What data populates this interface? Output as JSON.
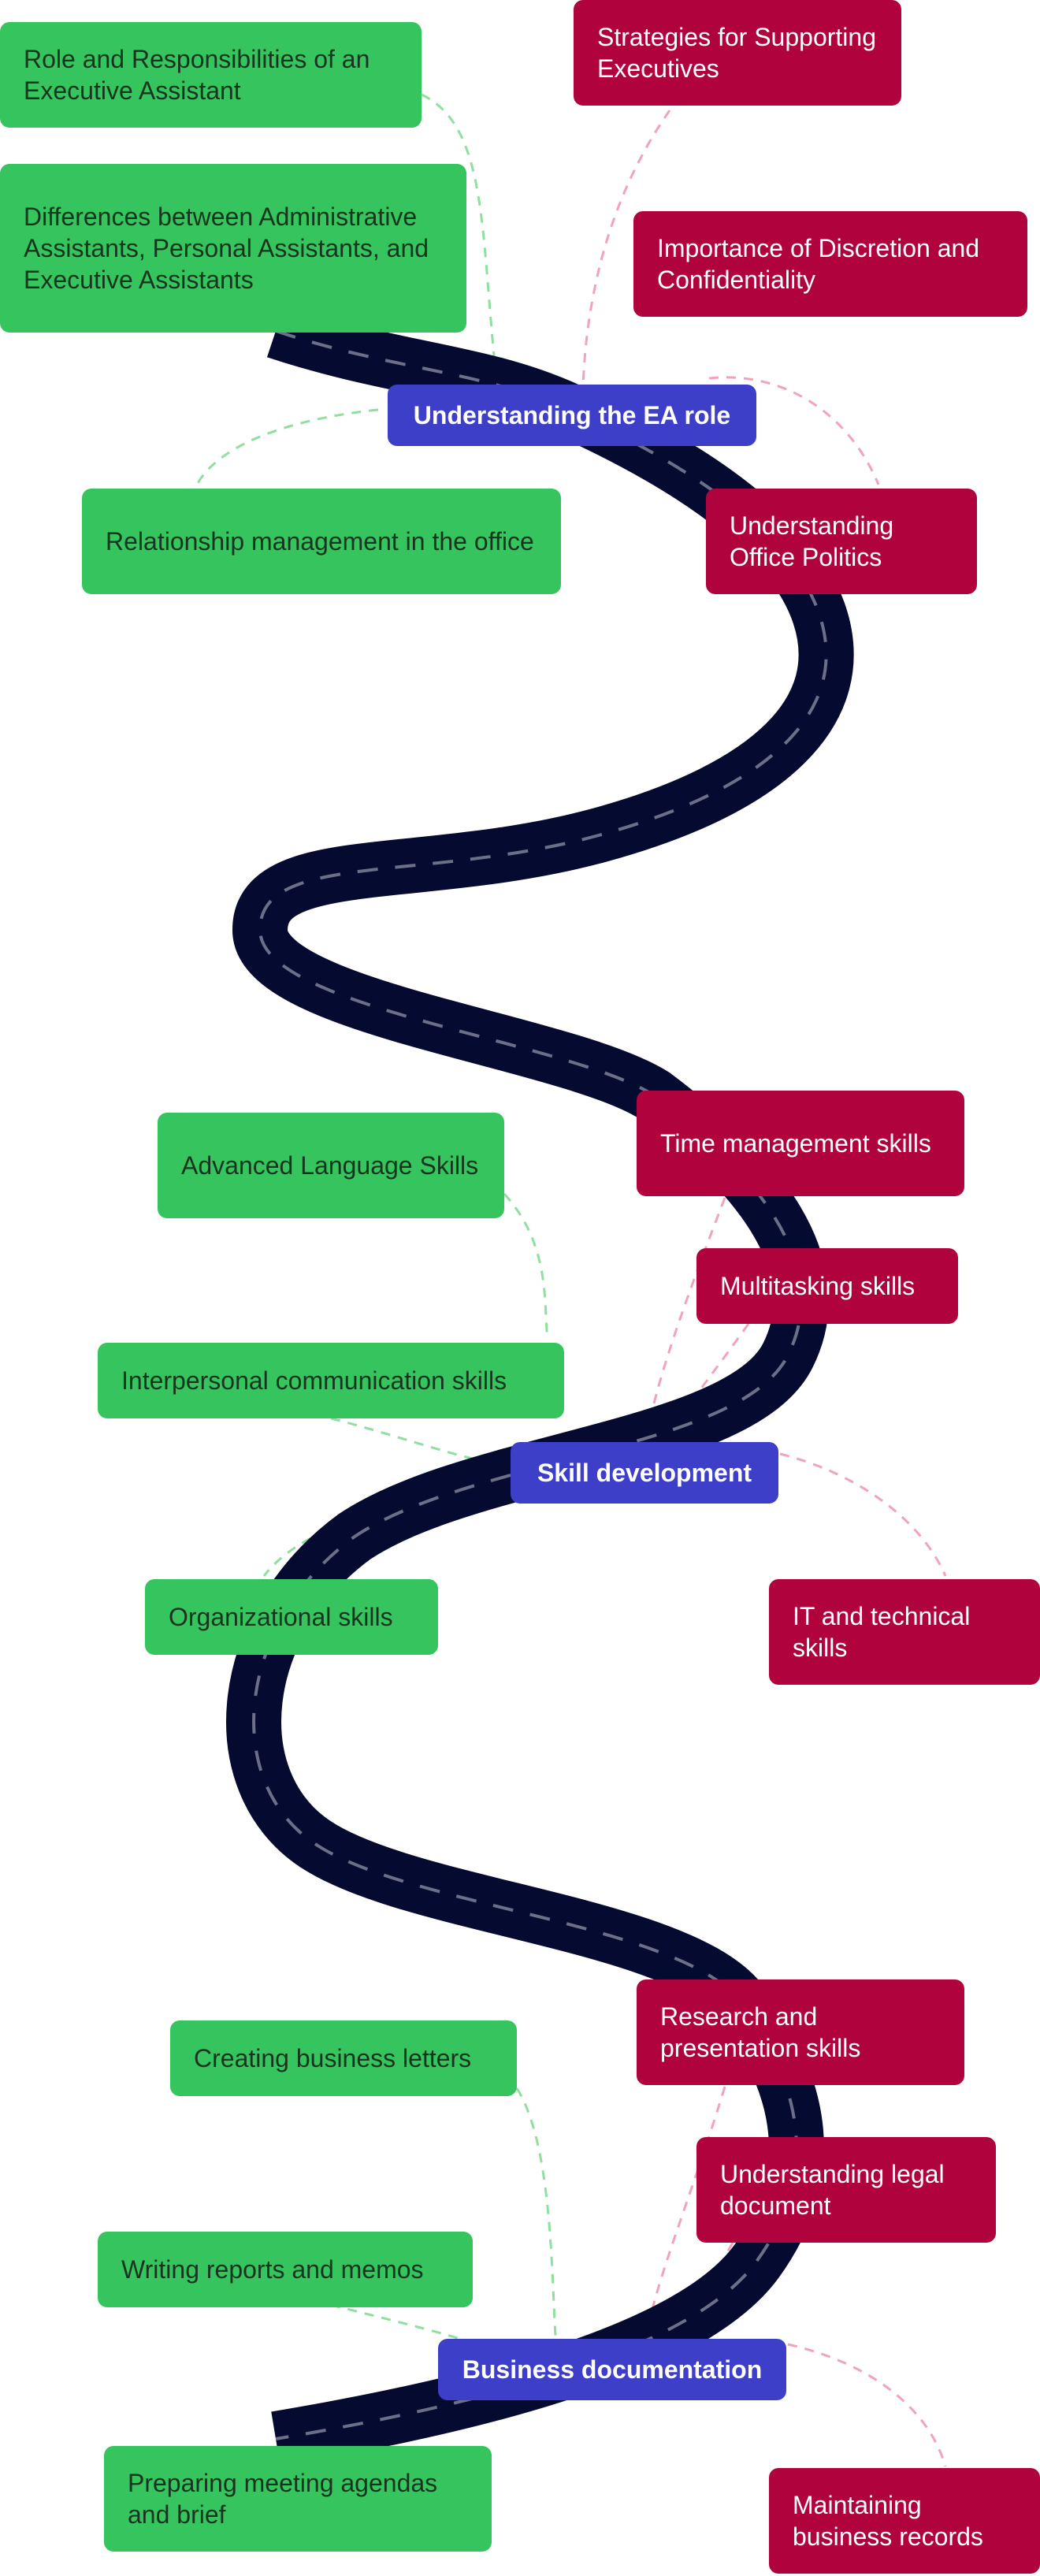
{
  "colors": {
    "road": "#050a30",
    "road_marking": "#6b6f88",
    "topic": "#3d3fc8",
    "left_item": "#35c45d",
    "right_item": "#b0033e",
    "left_connector": "#8fe09f",
    "right_connector": "#f2a3bb"
  },
  "topics": [
    {
      "label": "Understanding the EA role",
      "left_items": [
        "Role and Responsibilities of an Executive Assistant",
        "Differences between Administrative Assistants, Personal Assistants, and Executive Assistants",
        "Relationship management in the office"
      ],
      "right_items": [
        "Strategies for Supporting Executives",
        "Importance of Discretion and Confidentiality",
        "Understanding Office Politics"
      ]
    },
    {
      "label": "Skill development",
      "left_items": [
        "Advanced Language Skills",
        "Interpersonal communication skills",
        "Organizational skills"
      ],
      "right_items": [
        "Time management skills",
        "Multitasking skills",
        "IT and technical skills"
      ]
    },
    {
      "label": "Business documentation",
      "left_items": [
        "Creating business letters",
        "Writing reports and memos",
        "Preparing meeting agendas and brief"
      ],
      "right_items": [
        "Research and presentation skills",
        "Understanding legal document",
        "Maintaining business records"
      ]
    }
  ]
}
